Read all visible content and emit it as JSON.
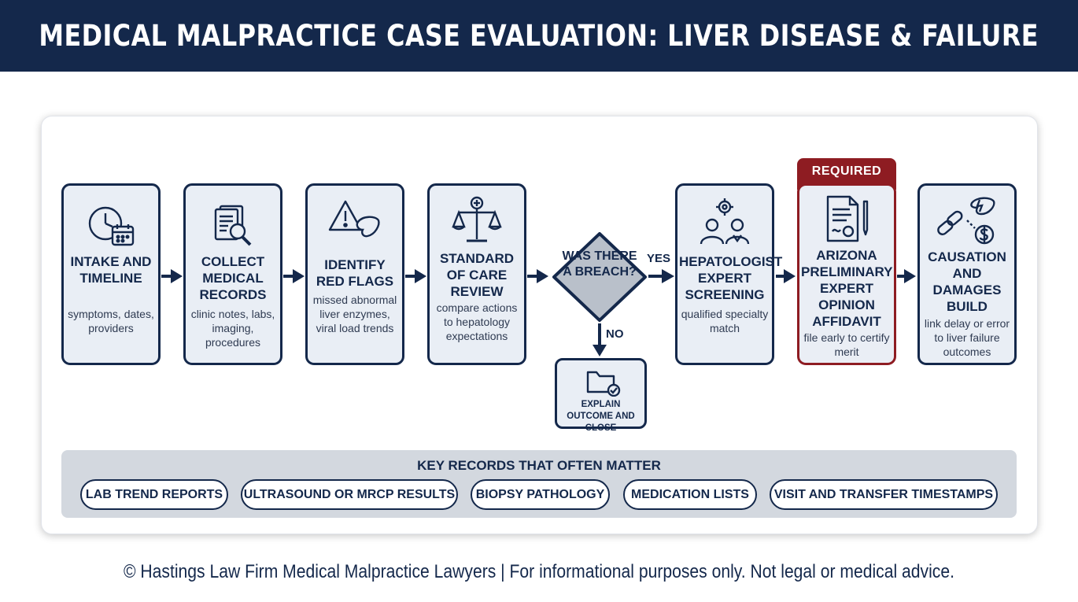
{
  "title": "MEDICAL MALPRACTICE CASE EVALUATION: LIVER DISEASE & FAILURE",
  "steps": [
    {
      "title": "INTAKE AND TIMELINE",
      "desc": "symptoms, dates, providers",
      "icon": "clock-calendar-icon"
    },
    {
      "title": "COLLECT MEDICAL RECORDS",
      "desc": "clinic notes, labs, imaging, procedures",
      "icon": "document-search-icon"
    },
    {
      "title": "IDENTIFY RED FLAGS",
      "desc": "missed abnormal liver enzymes, viral load trends",
      "icon": "warning-liver-icon"
    },
    {
      "title": "STANDARD OF CARE REVIEW",
      "desc": "compare actions to hepatology expectations",
      "icon": "scales-medical-icon"
    },
    {
      "title": "HEPATOLOGIST EXPERT SCREENING",
      "desc": "qualified specialty match",
      "icon": "doctors-gear-icon"
    },
    {
      "title": "ARIZONA PRELIMINARY EXPERT OPINION AFFIDAVIT",
      "desc": "file early to certify merit",
      "icon": "certificate-pen-icon"
    },
    {
      "title": "CAUSATION AND DAMAGES BUILD",
      "desc": "link delay or error to liver failure outcomes",
      "icon": "chain-liver-dollar-icon"
    }
  ],
  "required_tag": "REQUIRED",
  "decision": {
    "label": "WAS THERE A BREACH?",
    "yes": "YES",
    "no": "NO"
  },
  "no_outcome": {
    "label": "EXPLAIN OUTCOME AND CLOSE",
    "icon": "folder-check-icon"
  },
  "key_records": {
    "title": "KEY RECORDS THAT OFTEN MATTER",
    "items": [
      "LAB TREND REPORTS",
      "ULTRASOUND OR MRCP RESULTS",
      "BIOPSY PATHOLOGY",
      "MEDICATION LISTS",
      "VISIT AND TRANSFER TIMESTAMPS"
    ]
  },
  "footer": "© Hastings Law Firm Medical Malpractice Lawyers | For informational purposes only. Not legal or medical advice.",
  "colors": {
    "navy": "#14284b",
    "red": "#8e1c22",
    "card": "#e9eef5",
    "band": "#d3d8df"
  }
}
